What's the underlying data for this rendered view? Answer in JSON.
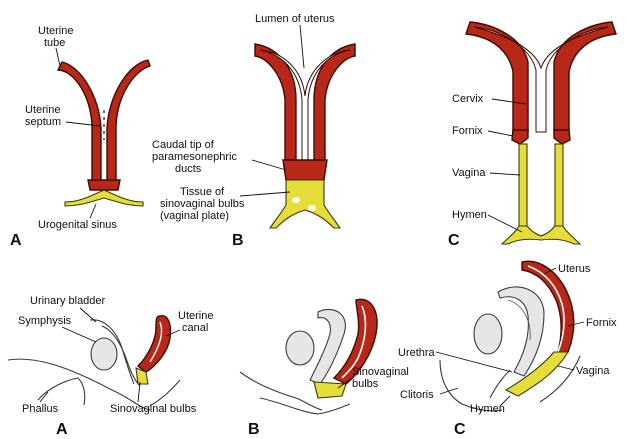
{
  "panels": {
    "top_a": {
      "letter": "A",
      "uterine_tube_line1": "Uterine",
      "uterine_tube_line2": "tube",
      "uterine_septum_line1": "Uterine",
      "uterine_septum_line2": "septum",
      "urogenital_sinus": "Urogenital sinus"
    },
    "top_b": {
      "letter": "B",
      "lumen": "Lumen of uterus",
      "caudal_line1": "Caudal tip of",
      "caudal_line2": "paramesonephric",
      "caudal_line3": "ducts",
      "tissue_line1": "Tissue of",
      "tissue_line2": "sinovaginal bulbs",
      "tissue_line3": "(vaginal plate)"
    },
    "top_c": {
      "letter": "C",
      "cervix": "Cervix",
      "fornix": "Fornix",
      "vagina": "Vagina",
      "hymen": "Hymen"
    },
    "bottom_a": {
      "letter": "A",
      "urinary_bladder": "Urinary bladder",
      "symphysis": "Symphysis",
      "uterine_canal_line1": "Uterine",
      "uterine_canal_line2": "canal",
      "phallus": "Phallus",
      "sinovaginal_bulbs": "Sinovaginal bulbs"
    },
    "bottom_b": {
      "letter": "B",
      "sinovaginal_line1": "Sinovaginal",
      "sinovaginal_line2": "bulbs"
    },
    "bottom_c": {
      "letter": "C",
      "uterus": "Uterus",
      "fornix": "Fornix",
      "urethra": "Urethra",
      "vagina": "Vagina",
      "clitoris": "Clitoris",
      "hymen": "Hymen"
    }
  },
  "colors": {
    "uterine_wall": "#b82818",
    "sinovaginal_tissue": "#e6dc3a",
    "lumen": "#ffffff"
  }
}
